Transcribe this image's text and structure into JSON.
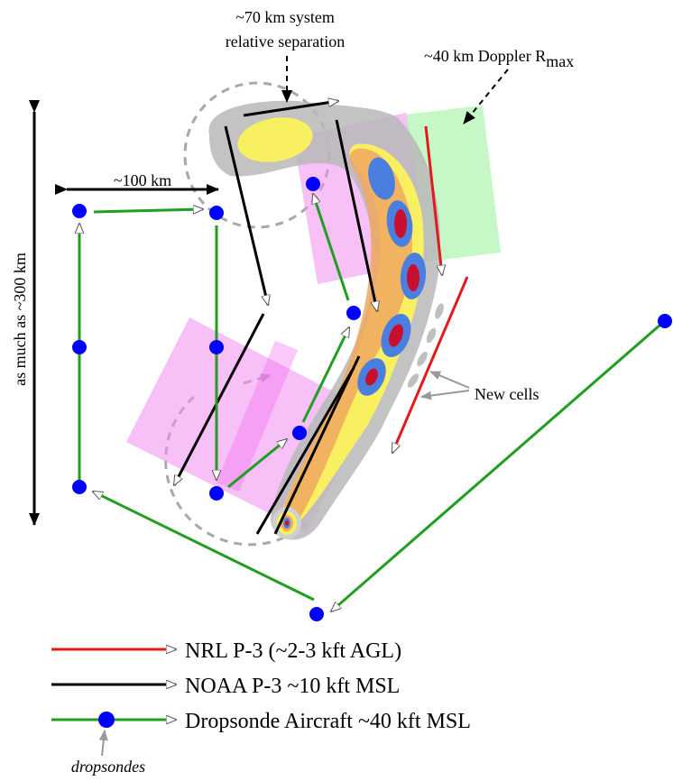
{
  "annotations": {
    "separation_line1": "~70 km system",
    "separation_line2": "relative separation",
    "doppler_text": "~40 km Doppler R",
    "doppler_subscript": "max",
    "width_100": "~100 km",
    "height_300": "as much as ~300 km",
    "new_cells": "New cells",
    "dropsondes": "dropsondes"
  },
  "legend": {
    "nrl": "NRL P-3 (~2-3 kft AGL)",
    "noaa": "NOAA P-3 ~10 kft MSL",
    "dropsonde": "Dropsonde Aircraft ~40 kft MSL"
  },
  "colors": {
    "nrl_track": "#e31a1c",
    "noaa_track": "#000000",
    "dropsonde_track": "#1f9e1f",
    "dropsonde_point": "#0000ff",
    "doppler_green": "#b8f5b8",
    "magenta_box": "#f08cf0",
    "stratiform_gray": "#b0b0b0",
    "reflectivity_yellow": "#f8f060",
    "reflectivity_orange": "#f0a860",
    "reflectivity_blue": "#4a7fe0",
    "reflectivity_red": "#c8102e"
  }
}
